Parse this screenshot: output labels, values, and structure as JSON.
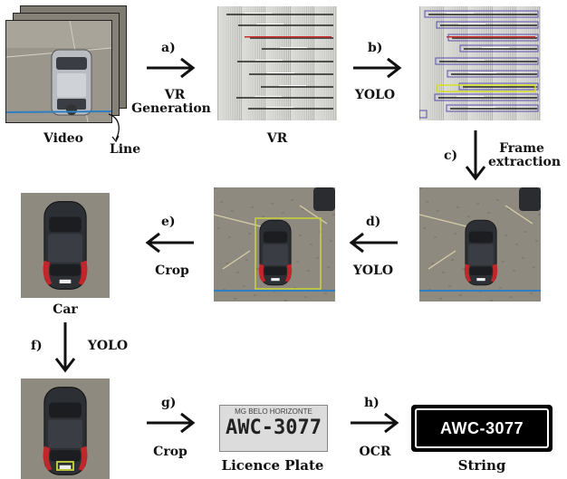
{
  "labels": {
    "video": "Video",
    "line": "Line",
    "vr": "VR",
    "car": "Car",
    "licence_plate": "Licence Plate",
    "string": "String"
  },
  "steps": {
    "a": {
      "letter": "a)",
      "text_line1": "VR",
      "text_line2": "Generation"
    },
    "b": {
      "letter": "b)",
      "text": "YOLO"
    },
    "c": {
      "letter": "c)",
      "text_line1": "Frame",
      "text_line2": "extraction"
    },
    "d": {
      "letter": "d)",
      "text": "YOLO"
    },
    "e": {
      "letter": "e)",
      "text": "Crop"
    },
    "f": {
      "letter": "f)",
      "text": "YOLO"
    },
    "g": {
      "letter": "g)",
      "text": "Crop"
    },
    "h": {
      "letter": "h)",
      "text": "OCR"
    }
  },
  "plate": {
    "top_text": "MG  BELO HORIZONTE",
    "number": "AWC-3077"
  },
  "ocr_string": "AWC-3077",
  "colors": {
    "asphalt": "#8f8a80",
    "car_dark": "#2c2f33",
    "car_red": "#c2262a",
    "detection_box": "#c8d43a",
    "line_blue": "#2e7fc2",
    "vr_box": "#5a4fb0",
    "vr_highlight": "#d9e020",
    "vr_red": "#cc2a2a"
  },
  "icons": [
    "arrow-right-icon",
    "arrow-left-icon",
    "arrow-down-icon",
    "curved-arrow-icon"
  ]
}
